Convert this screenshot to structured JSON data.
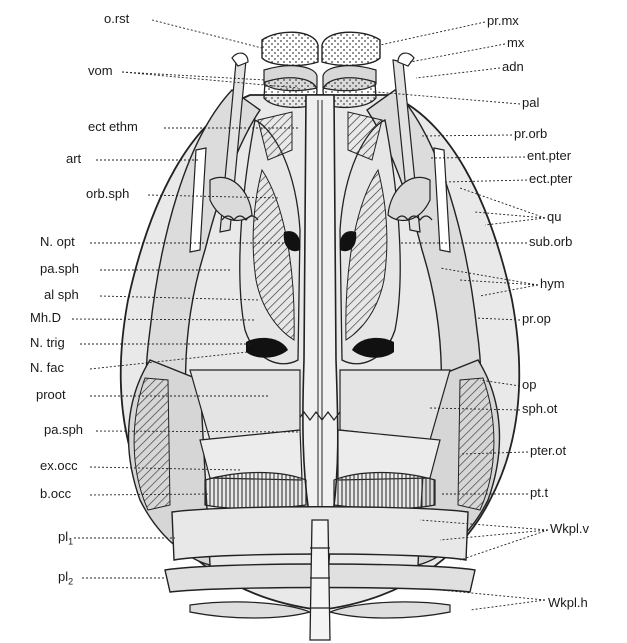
{
  "labels_left": [
    {
      "id": "o_rst",
      "text": "o.rst"
    },
    {
      "id": "vom",
      "text": "vom"
    },
    {
      "id": "ect_ethm",
      "text": "ect ethm"
    },
    {
      "id": "art",
      "text": "art"
    },
    {
      "id": "orb_sph",
      "text": "orb.sph"
    },
    {
      "id": "n_opt",
      "text": "N. opt"
    },
    {
      "id": "pa_sph_1",
      "text": "pa.sph"
    },
    {
      "id": "al_sph",
      "text": "al sph"
    },
    {
      "id": "mh_d",
      "text": "Mh.D"
    },
    {
      "id": "n_trig",
      "text": "N. trig"
    },
    {
      "id": "n_fac",
      "text": "N. fac"
    },
    {
      "id": "proot",
      "text": "proot"
    },
    {
      "id": "pa_sph_2",
      "text": "pa.sph"
    },
    {
      "id": "ex_occ",
      "text": "ex.occ"
    },
    {
      "id": "b_occ",
      "text": "b.occ"
    },
    {
      "id": "pl1",
      "text": "pl",
      "sub": "1"
    },
    {
      "id": "pl2",
      "text": "pl",
      "sub": "2"
    }
  ],
  "labels_right": [
    {
      "id": "pr_mx",
      "text": "pr.mx"
    },
    {
      "id": "mx",
      "text": "mx"
    },
    {
      "id": "adn",
      "text": "adn"
    },
    {
      "id": "pal",
      "text": "pal"
    },
    {
      "id": "pr_orb",
      "text": "pr.orb"
    },
    {
      "id": "ent_pter",
      "text": "ent.pter"
    },
    {
      "id": "ect_pter",
      "text": "ect.pter"
    },
    {
      "id": "qu",
      "text": "qu"
    },
    {
      "id": "sub_orb",
      "text": "sub.orb"
    },
    {
      "id": "hym",
      "text": "hym"
    },
    {
      "id": "pr_op",
      "text": "pr.op"
    },
    {
      "id": "op",
      "text": "op"
    },
    {
      "id": "sph_ot",
      "text": "sph.ot"
    },
    {
      "id": "pter_ot",
      "text": "pter.ot"
    },
    {
      "id": "pt_t",
      "text": "pt.t"
    },
    {
      "id": "wkpl_v",
      "text": "Wkpl.v"
    },
    {
      "id": "wkpl_h",
      "text": "Wkpl.h"
    }
  ]
}
